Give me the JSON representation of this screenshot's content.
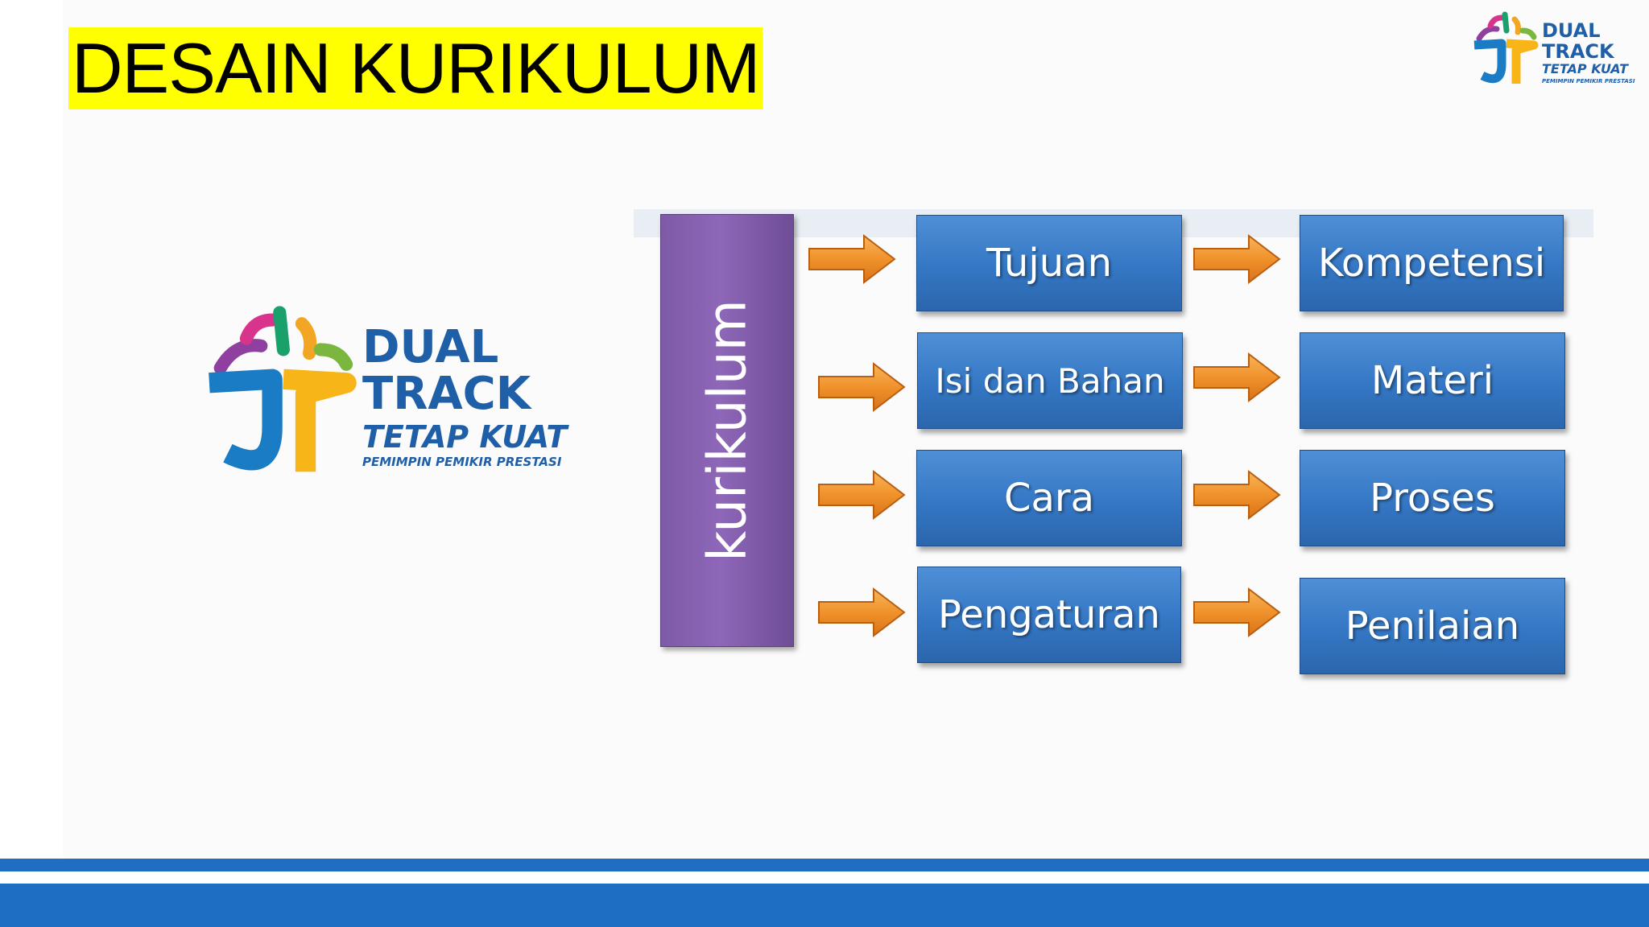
{
  "slide": {
    "title": "DESAIN KURIKULUM",
    "title_highlight_color": "#ffff00",
    "accent_color": "#1e6ec4"
  },
  "logo": {
    "icon": "dual-track-logo-icon",
    "line1": "DUAL",
    "line2": "TRACK",
    "tagline": "TETAP KUAT",
    "subtitle": "PEMIMPIN PEMIKIR PRESTASI"
  },
  "diagram": {
    "root": "kurikulum",
    "root_color": "#8460ad",
    "box_color": "#3a7bc8",
    "arrow_color": "#f0922b",
    "rows": [
      {
        "left": "Tujuan",
        "right": "Kompetensi"
      },
      {
        "left": "Isi dan Bahan",
        "right": "Materi"
      },
      {
        "left": "Cara",
        "right": "Proses"
      },
      {
        "left": "Pengaturan",
        "right": "Penilaian"
      }
    ]
  }
}
